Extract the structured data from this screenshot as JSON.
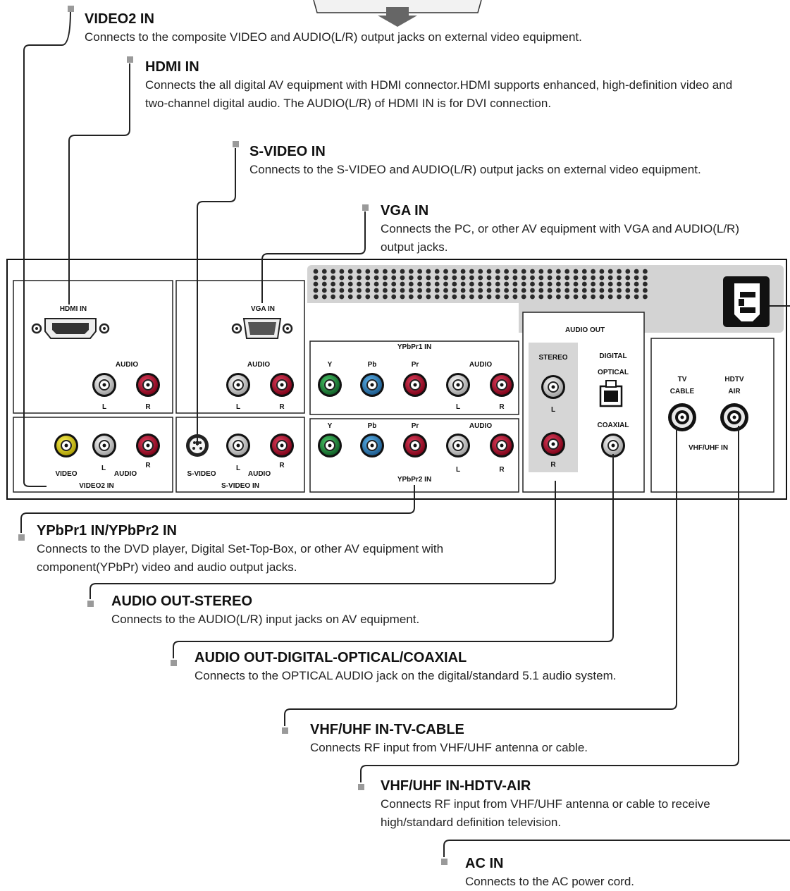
{
  "descriptions": {
    "video2_in": {
      "title": "VIDEO2 IN",
      "text": "Connects to the composite VIDEO and AUDIO(L/R) output jacks on external video equipment."
    },
    "hdmi_in": {
      "title": "HDMI IN",
      "text": "Connects the all digital AV equipment with HDMI connector.HDMI supports enhanced, high-definition video and two-channel digital audio.  The AUDIO(L/R) of HDMI IN is for DVI connection."
    },
    "svideo_in": {
      "title": "S-VIDEO IN",
      "text": "Connects to the S-VIDEO and AUDIO(L/R) output jacks on external video equipment."
    },
    "vga_in": {
      "title": "VGA IN",
      "text": "Connects the PC, or other AV equipment with VGA and AUDIO(L/R) output jacks."
    },
    "ypbpr_in": {
      "title": "YPbPr1 IN/YPbPr2 IN",
      "text": "Connects to the DVD player, Digital Set-Top-Box, or other AV equipment with component(YPbPr) video and audio output jacks."
    },
    "audio_out_stereo": {
      "title": "AUDIO OUT-STEREO",
      "text": "Connects to the AUDIO(L/R) input jacks on AV equipment."
    },
    "audio_out_digital": {
      "title": "AUDIO OUT-DIGITAL-OPTICAL/COAXIAL",
      "text": "Connects to the OPTICAL AUDIO jack on the digital/standard 5.1 audio system."
    },
    "vhf_tv_cable": {
      "title": "VHF/UHF IN-TV-CABLE",
      "text": "Connects RF input from VHF/UHF antenna or cable."
    },
    "vhf_hdtv_air": {
      "title": "VHF/UHF IN-HDTV-AIR",
      "text": "Connects RF input from VHF/UHF antenna or cable to receive high/standard definition television."
    },
    "ac_in": {
      "title": "AC IN",
      "text": "Connects to the AC power cord."
    }
  },
  "panel_labels": {
    "hdmi_in": "HDMI IN",
    "vga_in": "VGA IN",
    "audio": "AUDIO",
    "l": "L",
    "r": "R",
    "y": "Y",
    "pb": "Pb",
    "pr": "Pr",
    "ypbpr1_in": "YPbPr1 IN",
    "ypbpr2_in": "YPbPr2 IN",
    "audio_out": "AUDIO OUT",
    "stereo": "STEREO",
    "digital": "DIGITAL",
    "optical": "OPTICAL",
    "coaxial": "COAXIAL",
    "tv": "TV",
    "cable": "CABLE",
    "hdtv": "HDTV",
    "air": "AIR",
    "vhf_uhf_in": "VHF/UHF IN",
    "video": "VIDEO",
    "video2_in": "VIDEO2 IN",
    "s_video": "S-VIDEO",
    "s_video_in": "S-VIDEO IN"
  },
  "colors": {
    "yellow_jack": "#e8d800",
    "white_jack": "#d8d8d8",
    "red_jack": "#b81030",
    "green_jack": "#1f8a3a",
    "blue_jack": "#2a7fc0",
    "panel_gray": "#d9d9d9",
    "line": "#222222"
  }
}
